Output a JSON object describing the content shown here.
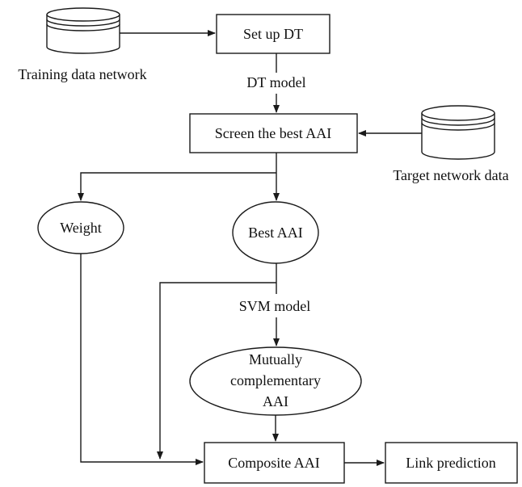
{
  "nodes": {
    "training_db_label": "Training data network",
    "setup_dt": "Set up DT",
    "dt_model_edge": "DT model",
    "screen_best": "Screen the best AAI",
    "target_db_label": "Target network data",
    "weight": "Weight",
    "best_aai": "Best AAI",
    "svm_model_edge": "SVM model",
    "mutual_line1": "Mutually",
    "mutual_line2": "complementary",
    "mutual_line3": "AAI",
    "composite": "Composite AAI",
    "link_prediction": "Link prediction"
  }
}
